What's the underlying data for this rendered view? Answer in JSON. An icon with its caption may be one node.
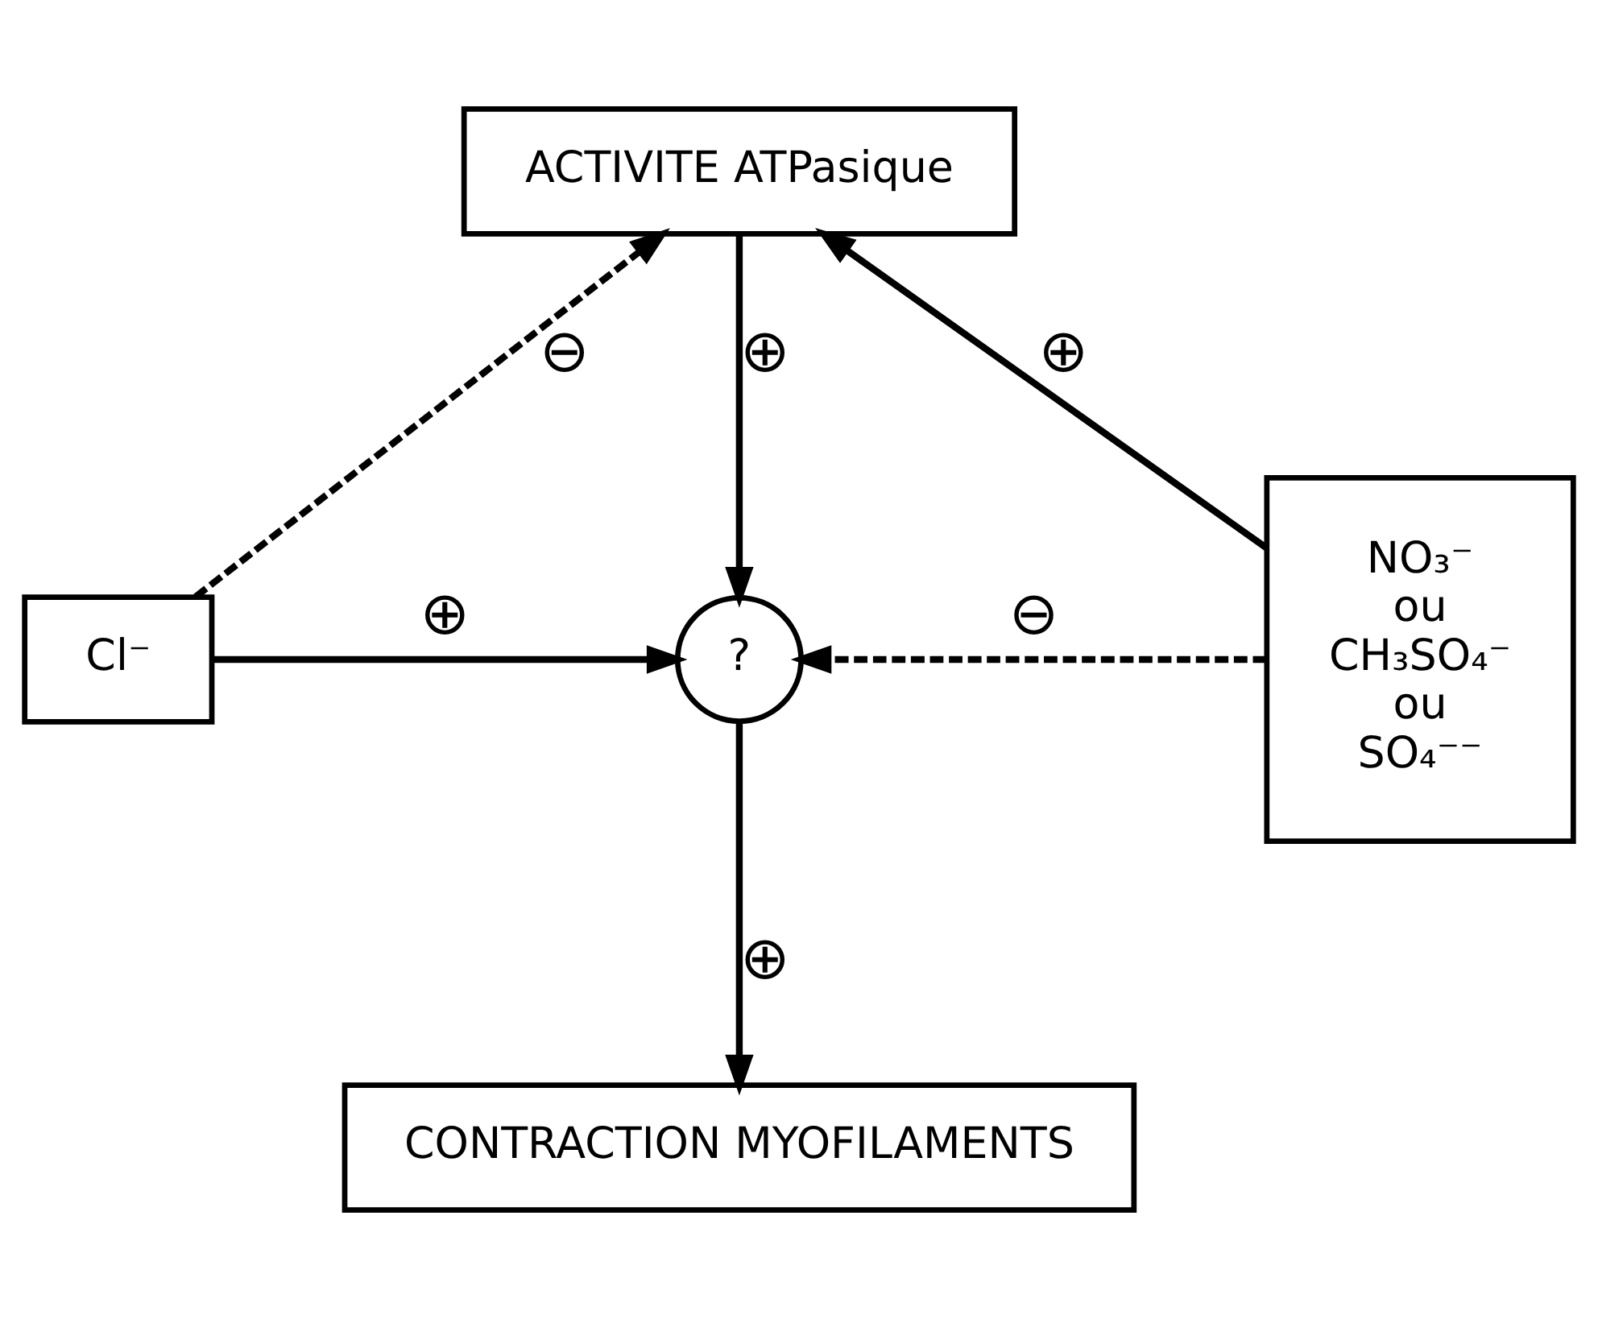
{
  "diagram": {
    "nodes": [
      {
        "text": [
          "ACTIVITE ATPasique"
        ]
      },
      {
        "text": [
          "Cl⁻"
        ]
      },
      {
        "text": [
          "NO₃⁻ ou CH₃SO₄⁻ ou SO₄⁻⁻"
        ]
      },
      {
        "text": [
          "?"
        ]
      },
      {
        "text": [
          "CONTRACTION MYOFILAMENTS"
        ]
      }
    ],
    "edges": [
      {
        "from": 1,
        "to": 0,
        "arrow": "to",
        "style": "dashed",
        "label": "⊖"
      },
      {
        "from": 2,
        "to": 0,
        "arrow": "to",
        "label": "⊕"
      },
      {
        "from": 0,
        "to": 3,
        "arrow": "to",
        "label": "⊕"
      },
      {
        "from": 1,
        "to": 3,
        "arrow": "to",
        "label": "⊕"
      },
      {
        "from": 2,
        "to": 3,
        "arrow": "to",
        "style": "dashed",
        "label": "⊖"
      },
      {
        "from": 3,
        "to": 4,
        "arrow": "to",
        "label": "⊕"
      }
    ]
  }
}
